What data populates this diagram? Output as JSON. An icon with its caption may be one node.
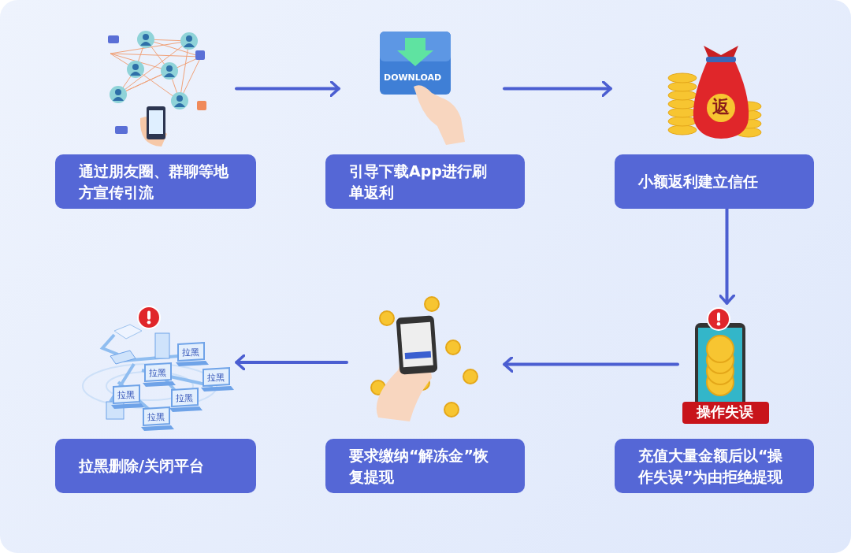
{
  "diagram": {
    "nodes": [
      {
        "text": [],
        "shape": "picture"
      },
      {
        "text": [
          "通过朋友圈、群聊等地方宣传引流"
        ]
      },
      {
        "text": [],
        "shape": "picture"
      },
      {
        "text": [
          "引导下载App进行刷单返利"
        ]
      },
      {
        "text": [],
        "shape": "picture"
      },
      {
        "text": [
          "小额返利建立信任"
        ]
      },
      {
        "text": [],
        "shape": "picture"
      },
      {
        "text": [
          "拉黑删除/关闭平台"
        ]
      },
      {
        "text": [],
        "shape": "picture"
      },
      {
        "text": [
          "要求缴纳“解冻金”恢复提现"
        ]
      },
      {
        "text": [],
        "shape": "picture"
      },
      {
        "text": [
          "充值大量金额后以“操作失误”为由拒绝提现"
        ]
      }
    ],
    "edges": [
      {
        "from": 0,
        "to": 2,
        "arrow": "to"
      },
      {
        "from": 2,
        "to": 4,
        "arrow": "to"
      },
      {
        "from": 5,
        "to": 10,
        "arrow": "to"
      },
      {
        "from": 10,
        "to": 8,
        "arrow": "to"
      },
      {
        "from": 8,
        "to": 6,
        "arrow": "to"
      }
    ],
    "labels": [
      "DOWNLOAD",
      "返",
      "拉黑",
      "拉黑",
      "拉黑",
      "拉黑",
      "拉黑",
      "拉黑",
      "操作失误"
    ]
  }
}
